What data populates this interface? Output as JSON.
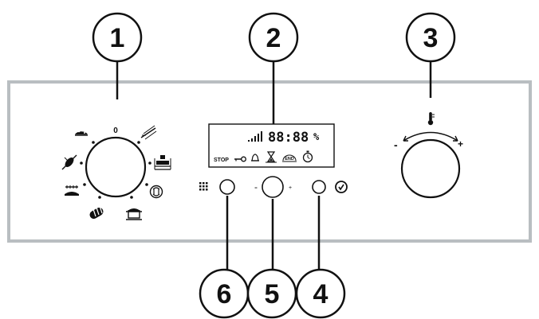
{
  "callouts": {
    "c1": "1",
    "c2": "2",
    "c3": "3",
    "c4": "4",
    "c5": "5",
    "c6": "6"
  },
  "function_selector": {
    "zero_label": "0",
    "icons": [
      "pizza-icon",
      "grill-icon",
      "fan-tray-icon",
      "fan-heat-icon",
      "pot-icon",
      "defrost-icon",
      "bottom-heat-icon",
      "rotisserie-icon"
    ]
  },
  "display": {
    "time": "88:88",
    "percent": "%",
    "stop_label": "STOP",
    "end_label": "END",
    "signal_bars": 5
  },
  "minus_sign": "-",
  "plus_sign": "+",
  "colors": {
    "panel_border": "#b9bec1",
    "line": "#111111"
  }
}
